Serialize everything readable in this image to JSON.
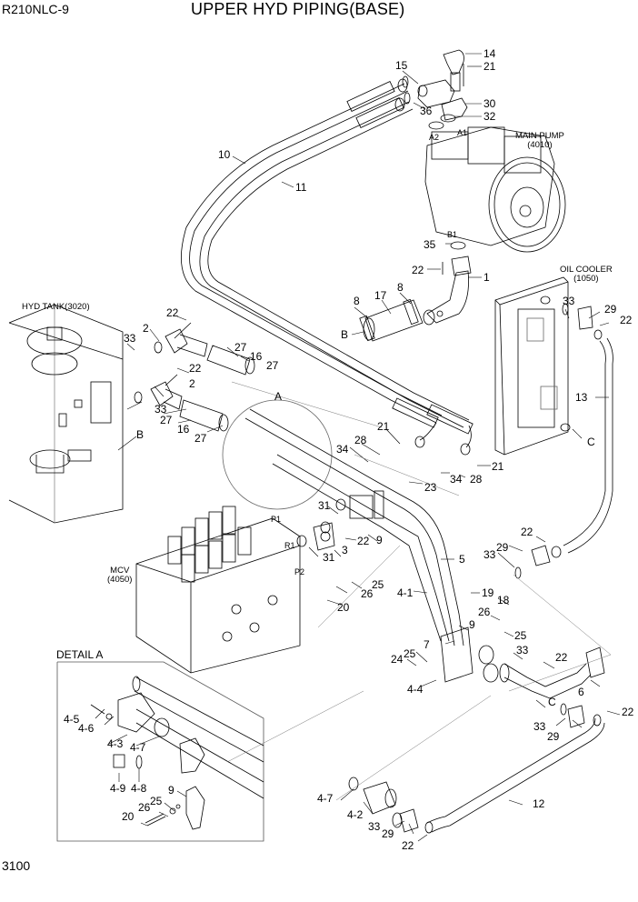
{
  "header": {
    "model": "R210NLC-9",
    "title": "UPPER HYD PIPING(BASE)"
  },
  "footer": {
    "page_number": "3100"
  },
  "components": {
    "main_pump": {
      "name": "MAIN PUMP",
      "ref": "(4010)"
    },
    "oil_cooler": {
      "name": "OIL COOLER",
      "ref": "(1050)"
    },
    "hyd_tank": {
      "name": "HYD TANK(3020)"
    },
    "mcv": {
      "name": "MCV",
      "ref": "(4050)"
    }
  },
  "detail": {
    "title": "DETAIL A"
  },
  "port_labels": [
    "A1",
    "A2",
    "B1",
    "P1",
    "R1",
    "P2"
  ],
  "connection_markers": [
    "A",
    "B",
    "C"
  ],
  "callouts": [
    "14",
    "21",
    "15",
    "36",
    "30",
    "32",
    "10",
    "11",
    "35",
    "22",
    "1",
    "8",
    "17",
    "8",
    "B",
    "22",
    "2",
    "33",
    "27",
    "16",
    "27",
    "22",
    "2",
    "33",
    "27",
    "16",
    "27",
    "B",
    "A",
    "33",
    "29",
    "22",
    "13",
    "C",
    "21",
    "28",
    "34",
    "21",
    "34",
    "28",
    "23",
    "31",
    "22",
    "3",
    "9",
    "31",
    "25",
    "26",
    "20",
    "5",
    "22",
    "29",
    "33",
    "4-1",
    "19",
    "18",
    "26",
    "25",
    "9",
    "7",
    "25",
    "24",
    "33",
    "22",
    "4-4",
    "6",
    "C",
    "33",
    "22",
    "29",
    "12",
    "4-7",
    "4-2",
    "33",
    "29",
    "22",
    "4-5",
    "4-6",
    "4-3",
    "4-7",
    "4-9",
    "4-8",
    "9",
    "25",
    "26",
    "20"
  ]
}
